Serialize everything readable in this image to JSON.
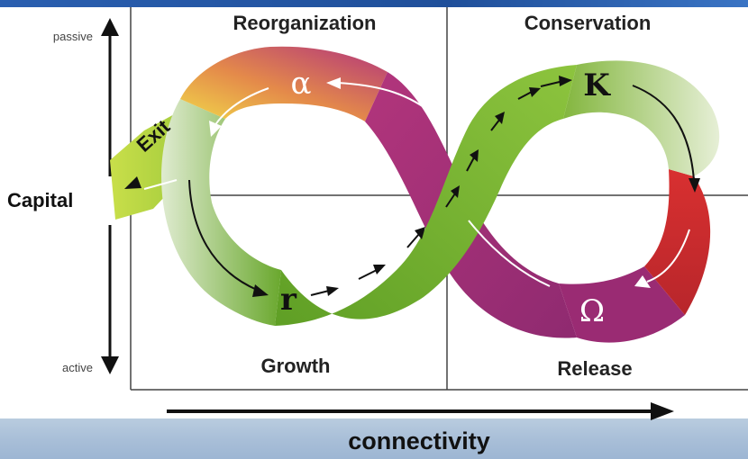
{
  "quadrants": {
    "top_left": "Reorganization",
    "top_right": "Conservation",
    "bottom_left": "Growth",
    "bottom_right": "Release"
  },
  "y_axis": {
    "label": "Capital",
    "top": "passive",
    "bottom": "active"
  },
  "x_axis": {
    "label": "connectivity"
  },
  "loop": {
    "exit": "Exit",
    "alpha": "α",
    "k": "K",
    "r": "r",
    "omega": "Ω"
  },
  "colors": {
    "green": "#62a82a",
    "purple": "#a2337a",
    "red": "#cc2a2e",
    "orange": "#e49a3a",
    "header": "#2a5fb0",
    "footer": "#a9bfd8"
  }
}
